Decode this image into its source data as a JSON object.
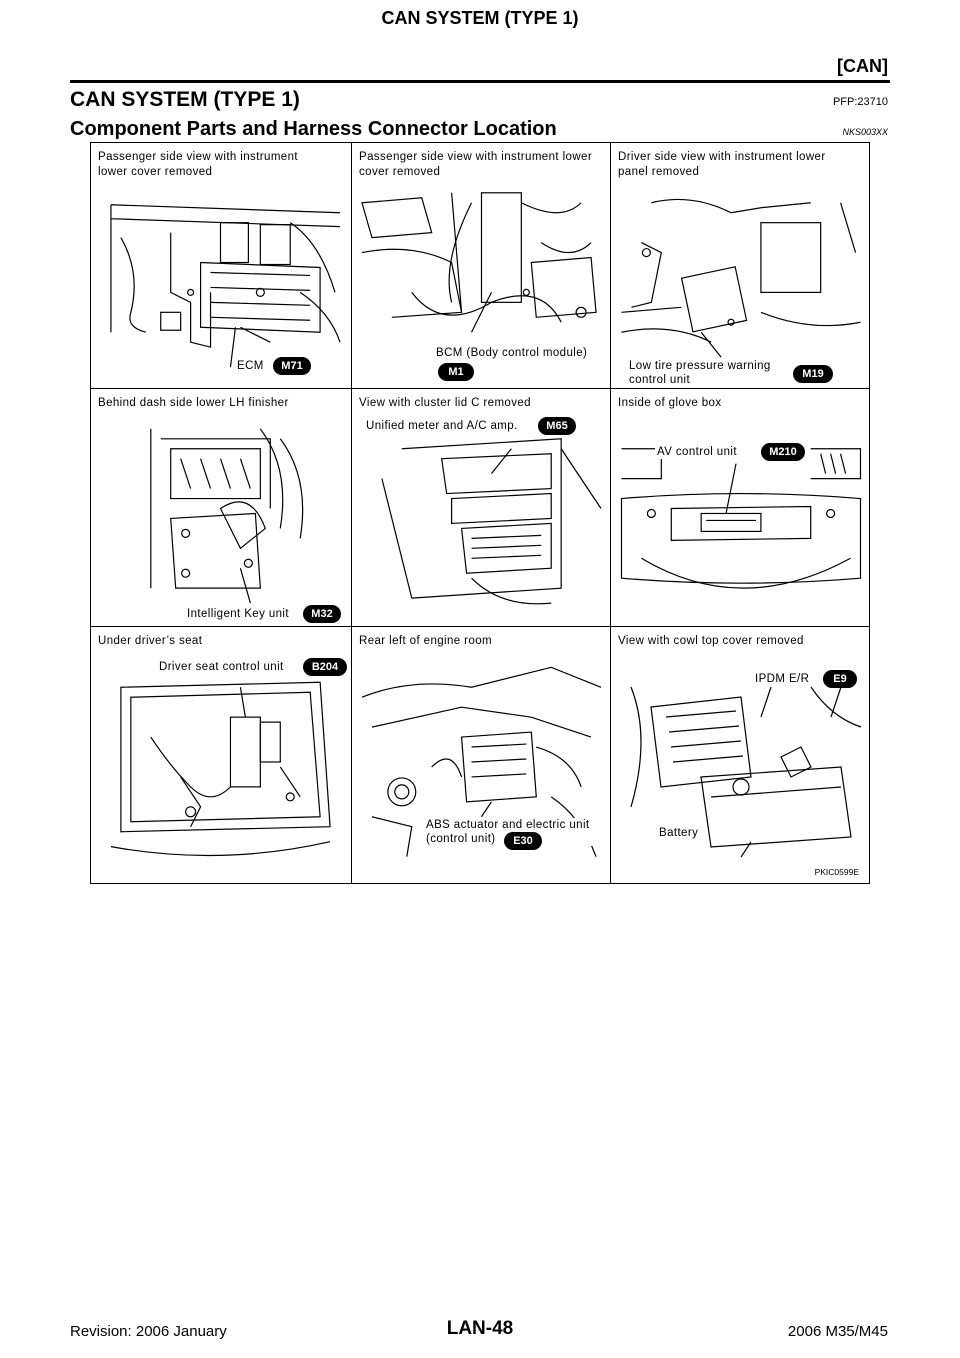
{
  "header": {
    "title": "CAN SYSTEM (TYPE 1)",
    "section": "[CAN]"
  },
  "heading": {
    "title": "CAN SYSTEM (TYPE 1)",
    "code": "PFP:23710"
  },
  "subheading": {
    "title": "Component Parts and Harness Connector Location",
    "code": "NKS003XX"
  },
  "figure": {
    "code": "PKIC0599E",
    "cells": [
      {
        "caption": "Passenger side view with instrument\nlower cover removed",
        "label": "ECM",
        "connector": "M71"
      },
      {
        "caption": "Passenger side view with instrument lower\ncover removed",
        "label": "BCM (Body control module)",
        "connector": "M1"
      },
      {
        "caption": "Driver side view with instrument lower\npanel removed",
        "label": "Low tire pressure warning\ncontrol unit",
        "connector": "M19"
      },
      {
        "caption": "Behind dash side lower LH finisher",
        "label": "Intelligent Key unit",
        "connector": "M32"
      },
      {
        "caption": "View with cluster lid C removed",
        "label": "Unified meter and A/C amp.",
        "connector": "M65"
      },
      {
        "caption": "Inside of glove box",
        "label": "AV control unit",
        "connector": "M210"
      },
      {
        "caption": "Under driver’s seat",
        "label": "Driver seat control unit",
        "connector": "B204"
      },
      {
        "caption": "Rear left of engine room",
        "label": "ABS actuator and electric unit\n(control unit)",
        "connector": "E30"
      },
      {
        "caption": "View with cowl top cover removed",
        "label": "IPDM E/R",
        "connector": "E9",
        "label2": "Battery"
      }
    ]
  },
  "footer": {
    "revision": "Revision: 2006 January",
    "page": "LAN-48",
    "model": "2006 M35/M45"
  }
}
